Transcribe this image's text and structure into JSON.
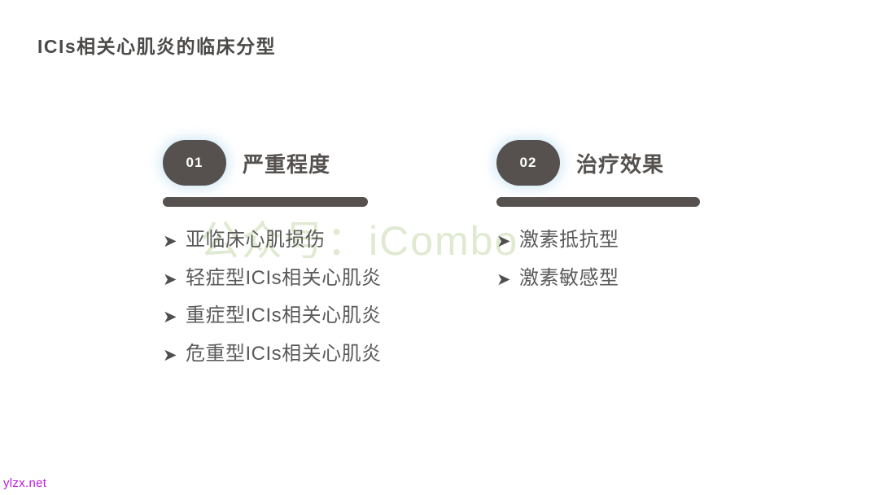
{
  "slide": {
    "title": "ICIs相关心肌炎的临床分型",
    "background_color": "#ffffff",
    "watermark": "公众号：iCombo",
    "watermark_color": "#dfead1",
    "site_mark": "ylzx.net",
    "site_mark_color": "#c01ce0",
    "accent_color": "#56514f",
    "title_color": "#4b4a48",
    "body_text_color": "#5a5a5a"
  },
  "columns": [
    {
      "badge": "01",
      "title": "严重程度",
      "bullet_glyph": "➤",
      "items": [
        "亚临床心肌损伤",
        "轻症型ICIs相关心肌炎",
        "重症型ICIs相关心肌炎",
        "危重型ICIs相关心肌炎"
      ]
    },
    {
      "badge": "02",
      "title": "治疗效果",
      "bullet_glyph": "➤",
      "items": [
        "激素抵抗型",
        "激素敏感型"
      ]
    }
  ]
}
